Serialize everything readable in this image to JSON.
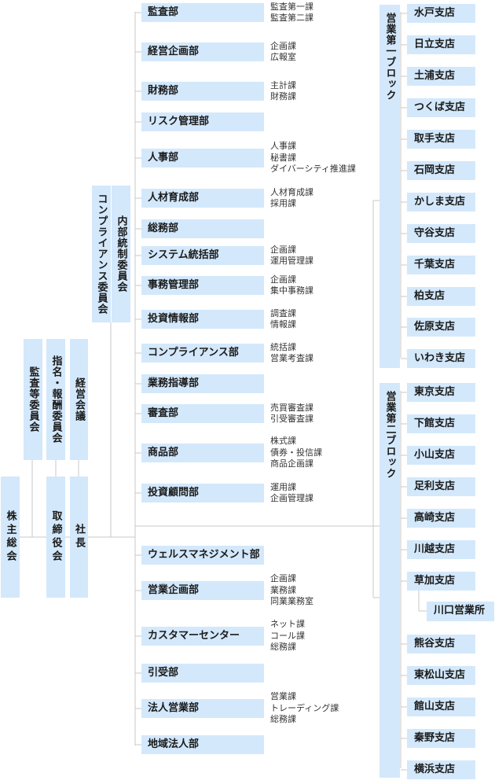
{
  "left": {
    "shareholders": "株主総会",
    "audit_committee": "監査等委員会",
    "nomination_committee": "指名・報酬委員会",
    "management_council": "経営会議",
    "board": "取締役会",
    "president": "社長",
    "compliance_committee": "コンプライアンス委員会",
    "internal_control_committee": "内部統制委員会"
  },
  "departments": [
    {
      "name": "監査部",
      "subs": [
        "監査第一課",
        "監査第二課"
      ]
    },
    {
      "name": "経営企画部",
      "subs": [
        "企画課",
        "広報室"
      ]
    },
    {
      "name": "財務部",
      "subs": [
        "主計課",
        "財務課"
      ]
    },
    {
      "name": "リスク管理部",
      "subs": []
    },
    {
      "name": "人事部",
      "subs": [
        "人事課",
        "秘書課",
        "ダイバーシティ推進課"
      ]
    },
    {
      "name": "人材育成部",
      "subs": [
        "人材育成課",
        "採用課"
      ]
    },
    {
      "name": "総務部",
      "subs": []
    },
    {
      "name": "システム統括部",
      "subs": [
        "企画課",
        "運用管理課"
      ]
    },
    {
      "name": "事務管理部",
      "subs": [
        "企画課",
        "集中事務課"
      ]
    },
    {
      "name": "投資情報部",
      "subs": [
        "調査課",
        "情報課"
      ]
    },
    {
      "name": "コンプライアンス部",
      "subs": [
        "統括課",
        "営業考査課"
      ]
    },
    {
      "name": "業務指導部",
      "subs": []
    },
    {
      "name": "審査部",
      "subs": [
        "売買審査課",
        "引受審査課"
      ]
    },
    {
      "name": "商品部",
      "subs": [
        "株式課",
        "債券・投信課",
        "商品企画課"
      ]
    },
    {
      "name": "投資顧問部",
      "subs": [
        "運用課",
        "企画管理課"
      ]
    },
    {
      "name": "ウェルスマネジメント部",
      "subs": []
    },
    {
      "name": "営業企画部",
      "subs": [
        "企画課",
        "業務課",
        "同業業務室"
      ]
    },
    {
      "name": "カスタマーセンター",
      "subs": [
        "ネット課",
        "コール課",
        "総務課"
      ]
    },
    {
      "name": "引受部",
      "subs": []
    },
    {
      "name": "法人営業部",
      "subs": [
        "営業課",
        "トレーディング課",
        "総務課"
      ]
    },
    {
      "name": "地域法人部",
      "subs": []
    }
  ],
  "block1": {
    "label": "営業第一ブロック",
    "branches": [
      "水戸支店",
      "日立支店",
      "土浦支店",
      "つくば支店",
      "取手支店",
      "石岡支店",
      "かしま支店",
      "守谷支店",
      "千葉支店",
      "柏支店",
      "佐原支店",
      "いわき支店"
    ]
  },
  "block2": {
    "label": "営業第二ブロック",
    "branches": [
      "東京支店",
      "下館支店",
      "小山支店",
      "足利支店",
      "高崎支店",
      "川越支店",
      "草加支店",
      "熊谷支店",
      "東松山支店",
      "館山支店",
      "秦野支店",
      "横浜支店"
    ],
    "sub_office": "川口営業所"
  }
}
